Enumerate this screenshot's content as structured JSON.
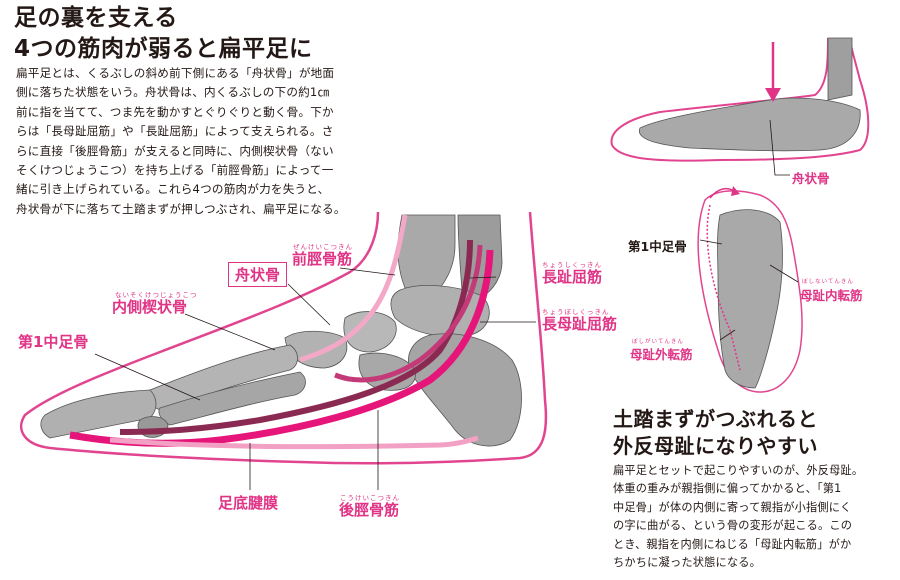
{
  "main_title": {
    "line1": "足の裏を支える",
    "line2": "4つの筋肉が弱ると扁平足に"
  },
  "main_body": [
    "扁平足とは、くるぶしの斜め前下側にある「舟状骨」が地面",
    "側に落ちた状態をいう。舟状骨は、内くるぶしの下の約1㎝",
    "前に指を当てて、つま先を動かすとぐりぐりと動く骨。下か",
    "らは「長母趾屈筋」や「長趾屈筋」によって支えられる。さ",
    "らに直接「後脛骨筋」が支えると同時に、内側楔状骨（ない",
    "そくけつじょうこつ）を持ち上げる「前脛骨筋」によって一",
    "緒に引き上げられている。これら4つの筋肉が力を失うと、",
    "舟状骨が下に落ちて土踏まずが押しつぶされ、扁平足になる。"
  ],
  "labels": {
    "navicular_boxed": "舟状骨",
    "tibialis_anterior": {
      "text": "前脛骨筋",
      "ruby": "ぜんけいこつきん"
    },
    "medial_cuneiform": {
      "text": "内側楔状骨",
      "ruby": "ないそくけつじょうこつ"
    },
    "first_metatarsal": "第1中足骨",
    "fdl": {
      "text": "長趾屈筋",
      "ruby": "ちょうしくっきん"
    },
    "fhl": {
      "text": "長母趾屈筋",
      "ruby": "ちょうぼしくっきん"
    },
    "plantar_fascia": "足底腱膜",
    "tibialis_posterior": {
      "text": "後脛骨筋",
      "ruby": "こうけいこつきん"
    }
  },
  "side_diagram": {
    "navicular": "舟状骨",
    "first_metatarsal": "第1中足骨",
    "adductor_hallucis": {
      "text": "母趾内転筋",
      "ruby": "ぼしないてんきん"
    },
    "abductor_hallucis": {
      "text": "母趾外転筋",
      "ruby": "ぼしがいてんきん"
    }
  },
  "sub_title": {
    "line1": "土踏まずがつぶれると",
    "line2": "外反母趾になりやすい"
  },
  "sub_body": [
    "扁平足とセットで起こりやすいのが、外反母趾。",
    "体重の重みが親指側に偏ってかかると、「第1",
    "中足骨」が体の内側に寄って親指が小指側にく",
    "の字に曲がる、という骨の変形が起こる。この",
    "とき、親指を内側にねじる「母趾内転筋」がか",
    "ちかちに凝った状態になる。"
  ],
  "colors": {
    "accent": "#e03486",
    "accent_light": "#f3a8c8",
    "muscle_dark": "#8a2a52",
    "bone": "#a9a9a9",
    "bone_dark": "#8c8c8c",
    "text": "#231815"
  }
}
